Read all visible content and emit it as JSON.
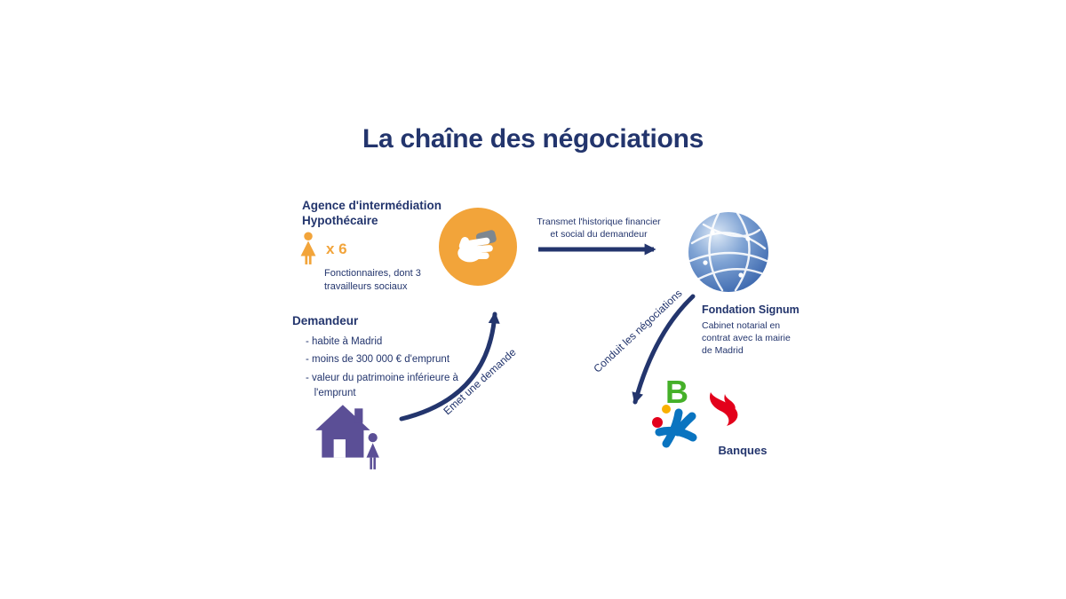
{
  "title": "La chaîne des négociations",
  "agency": {
    "heading": "Agence d'intermédiation\nHypothécaire",
    "count_label": "x 6",
    "description": "Fonctionnaires, dont 3\ntravailleurs sociaux"
  },
  "demandeur": {
    "heading": "Demandeur",
    "bullets": [
      "- habite à Madrid",
      "- moins de 300 000 € d'emprunt",
      "- valeur du patrimoine inférieure à\n   l'emprunt"
    ]
  },
  "arrows": {
    "transmet_label": "Transmet l'historique financier\net social du demandeur",
    "emet_label": "Emet une demande",
    "conduit_label": "Conduit les négociations"
  },
  "fondation": {
    "heading": "Fondation Signum",
    "description": "Cabinet notarial en\ncontrat avec la mairie\nde Madrid"
  },
  "banques": {
    "label": "Banques",
    "bankia_letter": "B"
  },
  "icons": {
    "agency_person": "person-icon",
    "hand": "hand-holding-card-icon",
    "globe": "globe-network-icon",
    "house": "house-with-person-icon",
    "caixa": "caixa-star-icon",
    "bankia": "bankia-b-icon",
    "santander": "santander-flame-icon"
  },
  "colors": {
    "navy": "#23356d",
    "orange": "#f2a43a",
    "purple": "#5b4f96",
    "globe_blue": "#3a66ad",
    "bankia_green": "#45b029",
    "caixa_blue": "#0a74c0",
    "caixa_yellow": "#f9b000",
    "santander_red": "#e3001b"
  }
}
